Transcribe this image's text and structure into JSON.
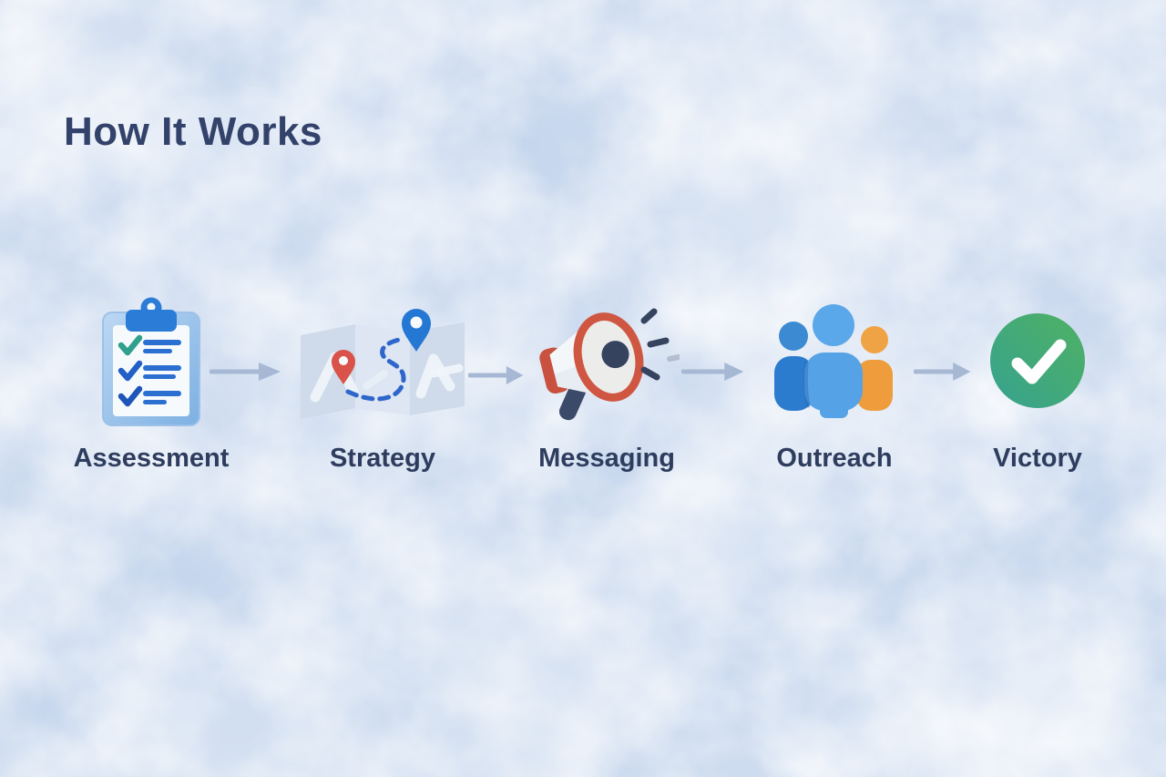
{
  "page": {
    "title": "How It Works"
  },
  "steps": [
    {
      "label": "Assessment",
      "icon": "clipboard-checklist-icon"
    },
    {
      "label": "Strategy",
      "icon": "map-route-icon"
    },
    {
      "label": "Messaging",
      "icon": "megaphone-icon"
    },
    {
      "label": "Outreach",
      "icon": "people-group-icon"
    },
    {
      "label": "Victory",
      "icon": "check-circle-icon"
    }
  ],
  "connectors": {
    "count": 4,
    "type": "right-arrow",
    "color": "#a6b8d4"
  },
  "colors": {
    "background_base": "#c3d4ec",
    "cloud_highlight": "#ffffff",
    "title_text": "#33426a",
    "label_text": "#2e3d5e",
    "arrow": "#a6b8d4",
    "clipboard_blue": "#2b7cd6",
    "clipboard_frame_light": "#bcd8f3",
    "clipboard_frame_dark": "#7db0e2",
    "check_teal": "#2fa08c",
    "checklist_line_blue": "#2b6fd0",
    "map_fill": "#cfdbea",
    "map_fold_light": "#dde6f2",
    "pin_red": "#d9534a",
    "pin_blue": "#2478d4",
    "route_dash_blue": "#2f66cc",
    "megaphone_red": "#cf5742",
    "megaphone_navy": "#35435f",
    "megaphone_body": "#e8edf4",
    "person_blue_dark": "#2b7ccf",
    "person_blue_light": "#55a2e6",
    "person_orange": "#ee9c3c",
    "victory_teal": "#36a28f",
    "victory_green": "#4fb163",
    "victory_check": "#ffffff"
  }
}
